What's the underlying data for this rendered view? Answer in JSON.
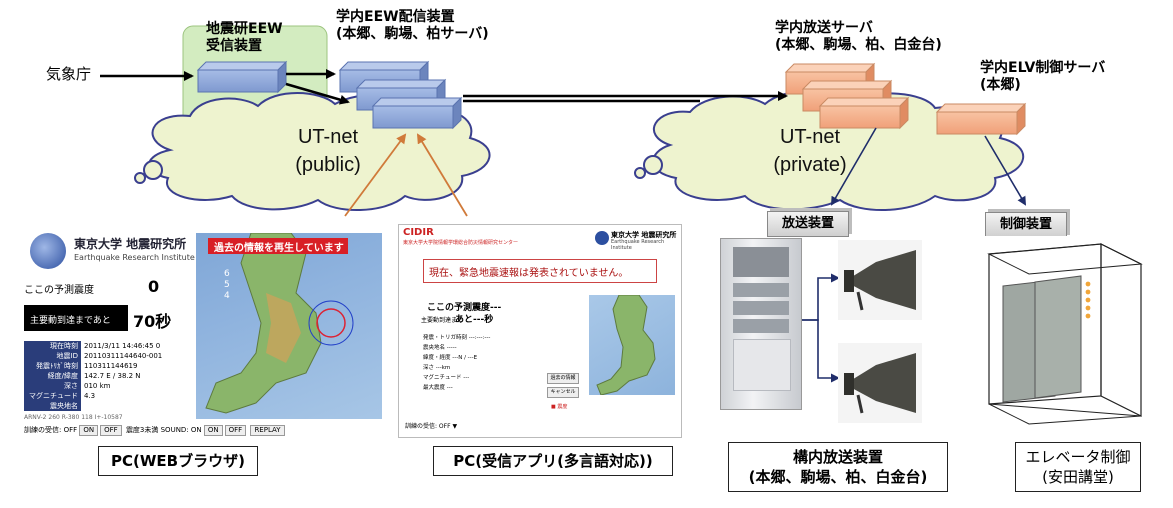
{
  "labels": {
    "jma": "気象庁",
    "eew_recv_l1": "地震研EEW",
    "eew_recv_l2": "受信装置",
    "dist_l1": "学内EEW配信装置",
    "dist_l2": "(本郷、駒場、柏サーバ)",
    "bcast_srv_l1": "学内放送サーバ",
    "bcast_srv_l2": "(本郷、駒場、柏、白金台)",
    "elv_srv_l1": "学内ELV制御サーバ",
    "elv_srv_l2": "(本郷)"
  },
  "clouds": {
    "public_l1": "UT-net",
    "public_l2": "(public)",
    "private_l1": "UT-net",
    "private_l2": "(private)"
  },
  "device_tags": {
    "broadcast": "放送装置",
    "control": "制御装置"
  },
  "captions": {
    "pc_web": "PC(WEBブラウザ)",
    "pc_app": "PC(受信アプリ(多言語対応))",
    "pa_l1": "構内放送装置",
    "pa_l2": "(本郷、駒場、柏、白金台)",
    "elv_l1": "エレベータ制御",
    "elv_l2": "(安田講堂)"
  },
  "web_panel": {
    "org_ja": "東京大学 地震研究所",
    "org_en": "Earthquake Research Institute",
    "replay_banner": "過去の情報を再生しています",
    "intensity_label": "ここの予測震度",
    "intensity_value": "0",
    "time_label": "主要動到達まであと",
    "time_value": "70秒",
    "info_rows": [
      {
        "k": "現在時刻",
        "v": "2011/3/11 14:46:45 0"
      },
      {
        "k": "地震ID",
        "v": "20110311144640-001"
      },
      {
        "k": "発震ﾄﾘｶﾞ時刻",
        "v": "110311144619"
      },
      {
        "k": "経度/緯度",
        "v": "142.7 E / 38.2 N"
      },
      {
        "k": "深さ",
        "v": "010 km"
      },
      {
        "k": "マグニチュード",
        "v": "4.3"
      },
      {
        "k": "震央地名",
        "v": ""
      }
    ],
    "footer_note": "ARNV-2 260 R-380 118 I+-10587",
    "controls": {
      "training": "訓練の受信: OFF",
      "on1": "ON",
      "off1": "OFF",
      "threshold": "震度3未満 SOUND: ON",
      "on2": "ON",
      "off2": "OFF",
      "replay": "REPLAY"
    },
    "scale_marks": [
      "6",
      "5",
      "4"
    ]
  },
  "app_panel": {
    "brand": "CIDIR",
    "subtitle": "東京大学大学院情報学環総合防災情報研究センター",
    "org_ja": "東京大学 地震研究所",
    "org_en": "Earthquake Research Institute",
    "status": "現在、緊急地震速報は発表されていません。",
    "intensity_label": "ここの予測震度---",
    "time_label": "主要動到達まで",
    "time_value": "あと---秒",
    "rows": [
      "発震・トリガ時刻 ---:---:---",
      "震央地名 -----",
      "緯度・経度 ---N / ---E",
      "深さ ---km",
      "マグニチュード ---",
      "最大震度 ---"
    ],
    "btn1": "過去の情報",
    "btn2": "キャンセル",
    "status_light": "■ 震度",
    "footer": "訓練の受信: OFF ▼"
  },
  "colors": {
    "device_blue": "#8fa8d9",
    "device_orange": "#f5b08a",
    "cloud_fill": "#eef3cf",
    "recv_box": "#d3ecc0",
    "arrow_orange": "#d07a3a",
    "arrow_navy": "#1f2d6a"
  }
}
